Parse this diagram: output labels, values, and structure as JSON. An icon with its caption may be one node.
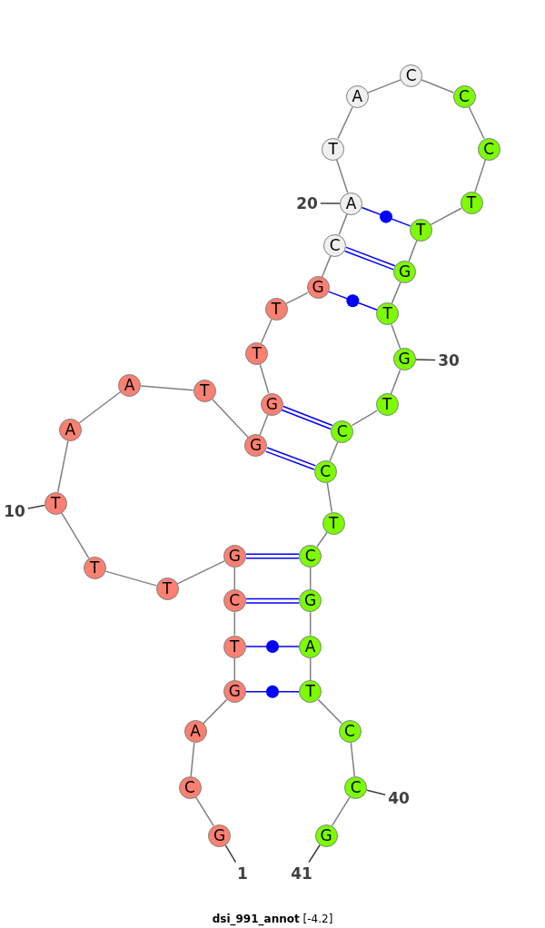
{
  "diagram": {
    "title": "**dsi_991_annot** [-4.2]",
    "nodes": [
      {
        "text": [
          "G"
        ]
      },
      {
        "text": [
          "C"
        ]
      },
      {
        "text": [
          "A"
        ]
      },
      {
        "text": [
          "G"
        ]
      },
      {
        "text": [
          "T"
        ]
      },
      {
        "text": [
          "C"
        ]
      },
      {
        "text": [
          "G"
        ]
      },
      {
        "text": [
          "T"
        ]
      },
      {
        "text": [
          "T"
        ]
      },
      {
        "text": [
          "T"
        ]
      },
      {
        "text": [
          "A"
        ]
      },
      {
        "text": [
          "A"
        ]
      },
      {
        "text": [
          "T"
        ]
      },
      {
        "text": [
          "G"
        ]
      },
      {
        "text": [
          "G"
        ]
      },
      {
        "text": [
          "T"
        ]
      },
      {
        "text": [
          "T"
        ]
      },
      {
        "text": [
          "G"
        ]
      },
      {
        "text": [
          "C"
        ]
      },
      {
        "text": [
          "A"
        ]
      },
      {
        "text": [
          "T"
        ]
      },
      {
        "text": [
          "A"
        ]
      },
      {
        "text": [
          "C"
        ]
      },
      {
        "text": [
          "C"
        ]
      },
      {
        "text": [
          "C"
        ]
      },
      {
        "text": [
          "T"
        ]
      },
      {
        "text": [
          "T"
        ]
      },
      {
        "text": [
          "G"
        ]
      },
      {
        "text": [
          "T"
        ]
      },
      {
        "text": [
          "G"
        ]
      },
      {
        "text": [
          "T"
        ]
      },
      {
        "text": [
          "C"
        ]
      },
      {
        "text": [
          "C"
        ]
      },
      {
        "text": [
          "T"
        ]
      },
      {
        "text": [
          "C"
        ]
      },
      {
        "text": [
          "G"
        ]
      },
      {
        "text": [
          "A"
        ]
      },
      {
        "text": [
          "T"
        ]
      },
      {
        "text": [
          "C"
        ]
      },
      {
        "text": [
          "C"
        ]
      },
      {
        "text": [
          "G"
        ]
      },
      {
        "text": [
          "1"
        ]
      },
      {
        "text": [
          "10"
        ]
      },
      {
        "text": [
          "20"
        ]
      },
      {
        "text": [
          "30"
        ]
      },
      {
        "text": [
          "40"
        ]
      },
      {
        "text": [
          "41"
        ]
      }
    ],
    "edges": [
      {
        "from": 0,
        "to": 1,
        "arrow": "none"
      },
      {
        "from": 1,
        "to": 2,
        "arrow": "none"
      },
      {
        "from": 2,
        "to": 3,
        "arrow": "none"
      },
      {
        "from": 3,
        "to": 4,
        "arrow": "none"
      },
      {
        "from": 4,
        "to": 5,
        "arrow": "none"
      },
      {
        "from": 5,
        "to": 6,
        "arrow": "none"
      },
      {
        "from": 6,
        "to": 7,
        "arrow": "none"
      },
      {
        "from": 7,
        "to": 8,
        "arrow": "none"
      },
      {
        "from": 8,
        "to": 9,
        "arrow": "none"
      },
      {
        "from": 9,
        "to": 10,
        "arrow": "none"
      },
      {
        "from": 10,
        "to": 11,
        "arrow": "none"
      },
      {
        "from": 11,
        "to": 12,
        "arrow": "none"
      },
      {
        "from": 12,
        "to": 13,
        "arrow": "none"
      },
      {
        "from": 13,
        "to": 14,
        "arrow": "none"
      },
      {
        "from": 14,
        "to": 15,
        "arrow": "none"
      },
      {
        "from": 15,
        "to": 16,
        "arrow": "none"
      },
      {
        "from": 16,
        "to": 17,
        "arrow": "none"
      },
      {
        "from": 17,
        "to": 18,
        "arrow": "none"
      },
      {
        "from": 18,
        "to": 19,
        "arrow": "none"
      },
      {
        "from": 19,
        "to": 20,
        "arrow": "none"
      },
      {
        "from": 20,
        "to": 21,
        "arrow": "none"
      },
      {
        "from": 21,
        "to": 22,
        "arrow": "none"
      },
      {
        "from": 22,
        "to": 23,
        "arrow": "none"
      },
      {
        "from": 23,
        "to": 24,
        "arrow": "none"
      },
      {
        "from": 24,
        "to": 25,
        "arrow": "none"
      },
      {
        "from": 25,
        "to": 26,
        "arrow": "none"
      },
      {
        "from": 26,
        "to": 27,
        "arrow": "none"
      },
      {
        "from": 27,
        "to": 28,
        "arrow": "none"
      },
      {
        "from": 28,
        "to": 29,
        "arrow": "none"
      },
      {
        "from": 29,
        "to": 30,
        "arrow": "none"
      },
      {
        "from": 30,
        "to": 31,
        "arrow": "none"
      },
      {
        "from": 31,
        "to": 32,
        "arrow": "none"
      },
      {
        "from": 32,
        "to": 33,
        "arrow": "none"
      },
      {
        "from": 33,
        "to": 34,
        "arrow": "none"
      },
      {
        "from": 34,
        "to": 35,
        "arrow": "none"
      },
      {
        "from": 35,
        "to": 36,
        "arrow": "none"
      },
      {
        "from": 36,
        "to": 37,
        "arrow": "none"
      },
      {
        "from": 37,
        "to": 38,
        "arrow": "none"
      },
      {
        "from": 38,
        "to": 39,
        "arrow": "none"
      },
      {
        "from": 39,
        "to": 40,
        "arrow": "none"
      },
      {
        "from": 3,
        "to": 37,
        "arrow": "none",
        "color": "#0000ff"
      },
      {
        "from": 4,
        "to": 36,
        "arrow": "none",
        "color": "#0000ff"
      },
      {
        "from": 5,
        "to": 35,
        "arrow": "none",
        "color": "#0000ff"
      },
      {
        "from": 5,
        "to": 35,
        "arrow": "none",
        "color": "#0000ff"
      },
      {
        "from": 6,
        "to": 34,
        "arrow": "none",
        "color": "#0000ff"
      },
      {
        "from": 6,
        "to": 34,
        "arrow": "none",
        "color": "#0000ff"
      },
      {
        "from": 13,
        "to": 32,
        "arrow": "none",
        "color": "#0000ff"
      },
      {
        "from": 13,
        "to": 32,
        "arrow": "none",
        "color": "#0000ff"
      },
      {
        "from": 14,
        "to": 31,
        "arrow": "none",
        "color": "#0000ff"
      },
      {
        "from": 14,
        "to": 31,
        "arrow": "none",
        "color": "#0000ff"
      },
      {
        "from": 17,
        "to": 28,
        "arrow": "none",
        "color": "#0000ff"
      },
      {
        "from": 18,
        "to": 27,
        "arrow": "none",
        "color": "#0000ff"
      },
      {
        "from": 18,
        "to": 27,
        "arrow": "none",
        "color": "#0000ff"
      },
      {
        "from": 19,
        "to": 26,
        "arrow": "none",
        "color": "#0000ff"
      },
      {
        "from": 41,
        "to": 0,
        "arrow": "none",
        "color": "#404040"
      },
      {
        "from": 42,
        "to": 9,
        "arrow": "none",
        "color": "#404040"
      },
      {
        "from": 43,
        "to": 19,
        "arrow": "none",
        "color": "#404040"
      },
      {
        "from": 44,
        "to": 29,
        "arrow": "none",
        "color": "#404040"
      },
      {
        "from": 45,
        "to": 39,
        "arrow": "none",
        "color": "#404040"
      },
      {
        "from": 46,
        "to": 40,
        "arrow": "none",
        "color": "#404040"
      }
    ]
  }
}
